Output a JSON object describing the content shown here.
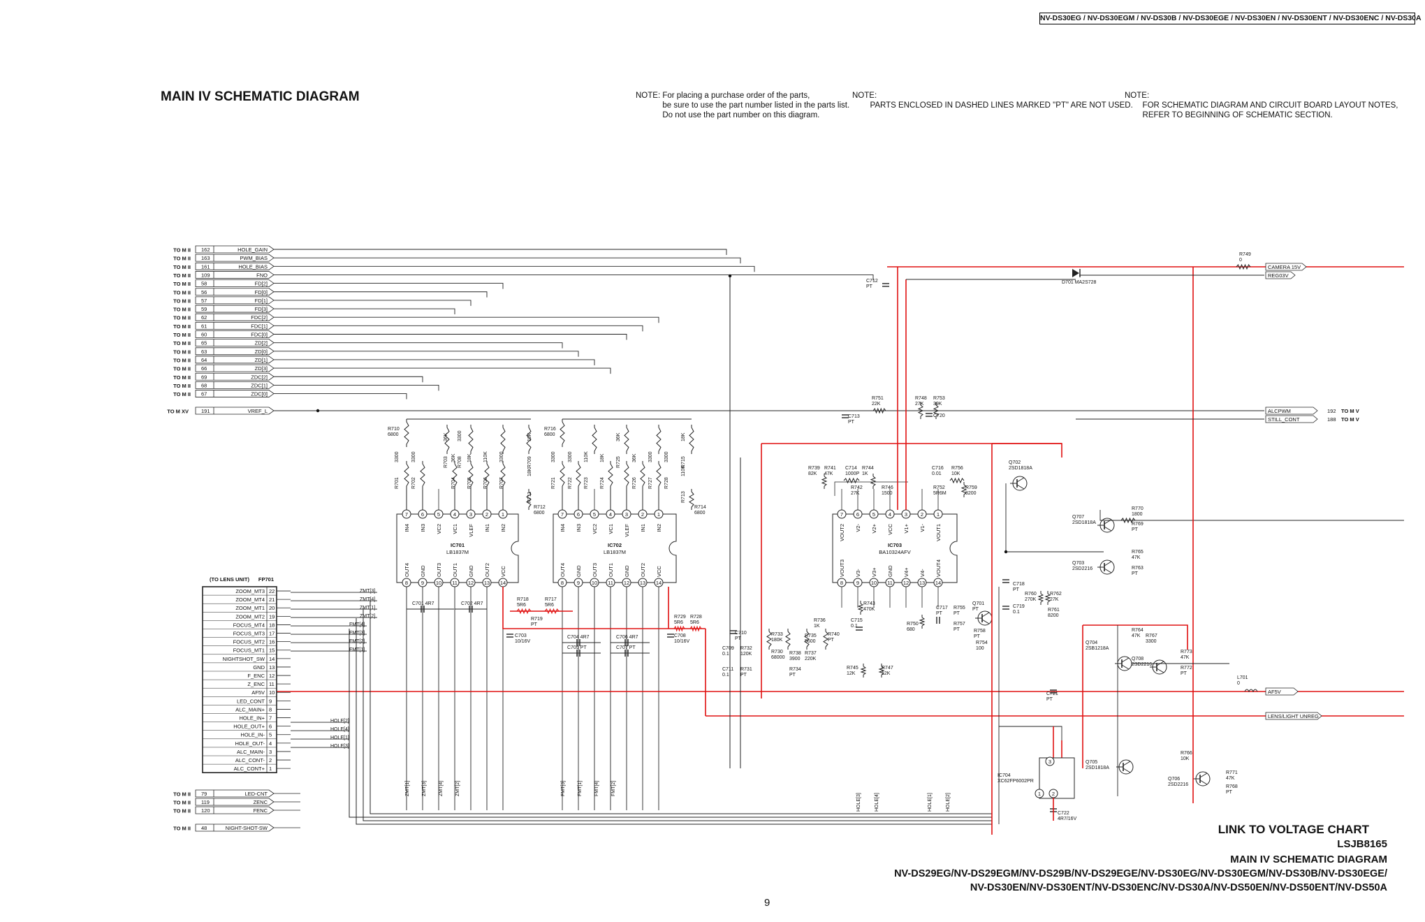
{
  "header": {
    "models": "NV-DS30EG / NV-DS30EGM / NV-DS30B / NV-DS30EGE / NV-DS30EN / NV-DS30ENT / NV-DS30ENC / NV-DS30A"
  },
  "title": "MAIN IV SCHEMATIC DIAGRAM",
  "notes": [
    "NOTE: For placing a purchase order of the parts,\n            be sure to use the part number listed in the parts list.\n            Do not use the part number on this diagram.",
    "NOTE:\n        PARTS ENCLOSED IN DASHED LINES MARKED \"PT\" ARE NOT USED.",
    "NOTE:\n        FOR SCHEMATIC DIAGRAM AND CIRCUIT BOARD LAYOUT NOTES,\n        REFER TO BEGINNING OF SCHEMATIC SECTION."
  ],
  "left_bus": {
    "dest": "TO M II",
    "rows": [
      {
        "pin": "162",
        "name": "HOLE_GAIN"
      },
      {
        "pin": "163",
        "name": "PWM_BIAS"
      },
      {
        "pin": "161",
        "name": "HOLE_BIAS"
      },
      {
        "pin": "109",
        "name": "FNO"
      },
      {
        "pin": "58",
        "name": "FD[2]"
      },
      {
        "pin": "56",
        "name": "FD[0]"
      },
      {
        "pin": "57",
        "name": "FD[1]"
      },
      {
        "pin": "59",
        "name": "FD[3]"
      },
      {
        "pin": "62",
        "name": "FDC[2]"
      },
      {
        "pin": "61",
        "name": "FDC[1]"
      },
      {
        "pin": "60",
        "name": "FDC[0]"
      },
      {
        "pin": "65",
        "name": "ZD[2]"
      },
      {
        "pin": "63",
        "name": "ZD[0]"
      },
      {
        "pin": "64",
        "name": "ZD[1]"
      },
      {
        "pin": "66",
        "name": "ZD[3]"
      },
      {
        "pin": "69",
        "name": "ZDC[2]"
      },
      {
        "pin": "68",
        "name": "ZDC[1]"
      },
      {
        "pin": "67",
        "name": "ZDC[0]"
      }
    ],
    "vref": {
      "dest": "TO M XV",
      "pin": "191",
      "name": "VREF_L"
    }
  },
  "bottom_bus": [
    {
      "dest": "TO M II",
      "pin": "79",
      "name": "LED-CNT"
    },
    {
      "dest": "TO M II",
      "pin": "119",
      "name": "ZENC"
    },
    {
      "dest": "TO M II",
      "pin": "120",
      "name": "FENC"
    },
    {
      "dest": "TO M II",
      "pin": "48",
      "name": "NIGHT-SHOT-SW"
    }
  ],
  "connector": {
    "title_left": "(TO LENS UNIT)",
    "title_right": "FP701",
    "pins": [
      {
        "n": "22",
        "name": "ZOOM_MT3"
      },
      {
        "n": "21",
        "name": "ZOOM_MT4"
      },
      {
        "n": "20",
        "name": "ZOOM_MT1"
      },
      {
        "n": "19",
        "name": "ZOOM_MT2"
      },
      {
        "n": "18",
        "name": "FOCUS_MT4"
      },
      {
        "n": "17",
        "name": "FOCUS_MT3"
      },
      {
        "n": "16",
        "name": "FOCUS_MT2"
      },
      {
        "n": "15",
        "name": "FOCUS_MT1"
      },
      {
        "n": "14",
        "name": "NIGHTSHOT_SW"
      },
      {
        "n": "13",
        "name": "GND"
      },
      {
        "n": "12",
        "name": "F_ENC"
      },
      {
        "n": "11",
        "name": "Z_ENC"
      },
      {
        "n": "10",
        "name": "AF5V"
      },
      {
        "n": "9",
        "name": "LED_CONT"
      },
      {
        "n": "8",
        "name": "ALC_MAIN+"
      },
      {
        "n": "7",
        "name": "HOLE_IN+"
      },
      {
        "n": "6",
        "name": "HOLE_OUT+"
      },
      {
        "n": "5",
        "name": "HOLE_IN-"
      },
      {
        "n": "4",
        "name": "HOLE_OUT-"
      },
      {
        "n": "3",
        "name": "ALC_MAIN-"
      },
      {
        "n": "2",
        "name": "ALC_CONT-"
      },
      {
        "n": "1",
        "name": "ALC_CONT+"
      }
    ]
  },
  "nets": {
    "zmt": [
      "ZMT[3]",
      "ZMT[4]",
      "ZMT[1]",
      "ZMT[2]"
    ],
    "fmt": [
      "FMT[4]",
      "FMT[3]",
      "FMT[2]",
      "FMT[1]"
    ],
    "hole": [
      "HOLE[2]",
      "HOLE[4]",
      "HOLE[1]",
      "HOLE[3]"
    ],
    "zmt_v": [
      "ZMT[1]",
      "ZMT[3]",
      "ZMT[4]",
      "ZMT[2]"
    ],
    "fmt_v": [
      "FMT[3]",
      "FMT[1]",
      "FMT[4]",
      "FMT[2]"
    ],
    "hole_v": [
      "HOLE[3]",
      "HOLE[4]",
      "HOLE[1]",
      "HOLE[2]"
    ]
  },
  "ics": {
    "ic701": {
      "ref": "IC701",
      "part": "LB1837M",
      "top_pins": [
        "7",
        "6",
        "5",
        "4",
        "3",
        "2",
        "1"
      ],
      "bot_pins": [
        "8",
        "9",
        "10",
        "11",
        "12",
        "13",
        "14"
      ],
      "top_labels": [
        "IN4",
        "IN3",
        "VC2",
        "VC1",
        "VLEF",
        "IN1",
        "IN2"
      ],
      "bot_labels": [
        "OUT4",
        "GND",
        "OUT3",
        "OUT1",
        "GND",
        "OUT2",
        "VCC"
      ]
    },
    "ic702": {
      "ref": "IC702",
      "part": "LB1837M",
      "top_pins": [
        "7",
        "6",
        "5",
        "4",
        "3",
        "2",
        "1"
      ],
      "bot_pins": [
        "8",
        "9",
        "10",
        "11",
        "12",
        "13",
        "14"
      ],
      "top_labels": [
        "IN4",
        "IN3",
        "VC2",
        "VC1",
        "VLEF",
        "IN1",
        "IN2"
      ],
      "bot_labels": [
        "OUT4",
        "GND",
        "OUT3",
        "OUT1",
        "GND",
        "OUT2",
        "VCC"
      ]
    },
    "ic703": {
      "ref": "IC703",
      "part": "BA10324AFV",
      "top_pins": [
        "7",
        "6",
        "5",
        "4",
        "3",
        "2",
        "1"
      ],
      "bot_pins": [
        "8",
        "9",
        "10",
        "11",
        "12",
        "13",
        "14"
      ],
      "top_labels": [
        "VOUT2",
        "V2-",
        "V2+",
        "VCC",
        "V1+",
        "V1-",
        "VOUT1"
      ],
      "bot_labels": [
        "VOUT3",
        "V3-",
        "V3+",
        "GND",
        "V4+",
        "V4-",
        "VOUT4"
      ]
    },
    "ic704": {
      "ref": "IC704",
      "part": "XC62FP6002PR"
    }
  },
  "resistors_v": [
    [
      "R701",
      "3300"
    ],
    [
      "R702",
      "3300"
    ],
    [
      "R703",
      "36K"
    ],
    [
      "R704",
      "36K"
    ],
    [
      "R705",
      "18K"
    ],
    [
      "R706",
      "110K"
    ],
    [
      "R707",
      "3300"
    ],
    [
      "R708",
      "3300"
    ],
    [
      "R709",
      "10K"
    ],
    [
      "R711",
      "18K"
    ],
    [
      "R721",
      "3300"
    ],
    [
      "R722",
      "3300"
    ],
    [
      "R723",
      "110K"
    ],
    [
      "R724",
      "18K"
    ],
    [
      "R725",
      "36K"
    ],
    [
      "R726",
      "36K"
    ],
    [
      "R727",
      "3300"
    ],
    [
      "R728",
      "3300"
    ],
    [
      "R715",
      "18K"
    ],
    [
      "R713",
      "110K"
    ]
  ],
  "parts": {
    "r710": "R710\n6800",
    "r716": "R716\n6800",
    "r712": "R712\n6800",
    "r714": "R714\n6800",
    "c701": "C701   4R7",
    "c702": "C702   4R7",
    "c703": "C703\n10/16V",
    "r718": "R718\n5R6",
    "r717": "R717\n5R6",
    "r719": "R719\nPT",
    "c704": "C704   4R7",
    "c705": "C705     PT",
    "c706": "C706   4R7",
    "c707": "C707     PT",
    "c708": "C708\n10/16V",
    "r729": "R729\n5R6",
    "r728b": "R728\n5R6",
    "c712": "C712\nPT",
    "c713": "C713\nPT",
    "r751": "R751\n22K",
    "r748": "R748\n27K",
    "r753": "R753\n39K",
    "c720": "C720",
    "r739": "R739\n82K",
    "r741": "R741\n47K",
    "c714": "C714\n1000P",
    "r744": "R744\n1K",
    "r742": "R742\n27K",
    "r746": "R746\n1500",
    "c716": "C716\n0.01",
    "r756": "R756\n10K",
    "r752": "R752\n5R6M",
    "r759": "R759\n8200",
    "q702": "Q702\n2SD1818A",
    "q707": "Q707\n2SD1818A",
    "q703": "Q703\n2SD2216",
    "q704": "Q704\n2SB1218A",
    "q708": "Q708\n2SD2216",
    "q701": "Q701\nPT",
    "q705": "Q705\n2SD1818A",
    "q706": "Q706\n2SD2216",
    "r770": "R770\n1800",
    "r769": "R769\nPT",
    "r765": "R765\n47K",
    "r763": "R763\nPT",
    "r764": "R764\n47K",
    "r767": "R767\n3300",
    "r773": "R773\n47K",
    "r772": "R772\nPT",
    "r766": "R766\n10K",
    "r771": "R771\n47K",
    "r768": "R768\nPT",
    "r760": "R760\n270K",
    "r762": "R762\n27K",
    "r761": "R761\n8200",
    "c718": "C718\nPT",
    "c719": "C719\n0.1",
    "c717": "C717\nPT",
    "r755": "R755\nPT",
    "r757": "R757\nPT",
    "r758": "R758\nPT",
    "r754": "R754\n100",
    "r750": "R750\n680",
    "r743": "R743\n470K",
    "c715": "C715\n0.1",
    "r745": "R745\n12K",
    "r747": "R747\n12K",
    "c710": "C710\nPT",
    "c709": "C709\n0.1",
    "r732": "R732\n120K",
    "c711": "C711\n0.1",
    "r731": "R731\nPT",
    "r733": "R733\n180K",
    "r730": "R730\n68000",
    "r735": "R735\n5600",
    "r736": "R736\n1K",
    "r740": "R740\nPT",
    "r738": "R738\n3900",
    "r737": "R737\n220K",
    "r734": "R734\nPT",
    "c721": "C721\nPT",
    "l701": "L701\n0",
    "r749": "R749\n0",
    "d701": "D701     MA2S728",
    "c722": "C722\n4R7/16V"
  },
  "right_ports": {
    "camera": "CAMERA 15V",
    "reg": "REG03V",
    "alcpwm": "ALCPWM",
    "alcpwm_pin": "192",
    "still": "STILL_CONT",
    "still_pin": "188",
    "dest": "TO M V",
    "af5v": "AF5V",
    "lens": "LENS/LIGHT UNREG"
  },
  "footer": {
    "link": "LINK TO VOLTAGE CHART",
    "code": "LSJB8165",
    "subtitle": "MAIN IV SCHEMATIC DIAGRAM",
    "models1": "NV-DS29EG/NV-DS29EGM/NV-DS29B/NV-DS29EGE/NV-DS30EG/NV-DS30EGM/NV-DS30B/NV-DS30EGE/",
    "models2": "NV-DS30EN/NV-DS30ENT/NV-DS30ENC/NV-DS30A/NV-DS50EN/NV-DS50ENT/NV-DS50A"
  },
  "page": "9"
}
